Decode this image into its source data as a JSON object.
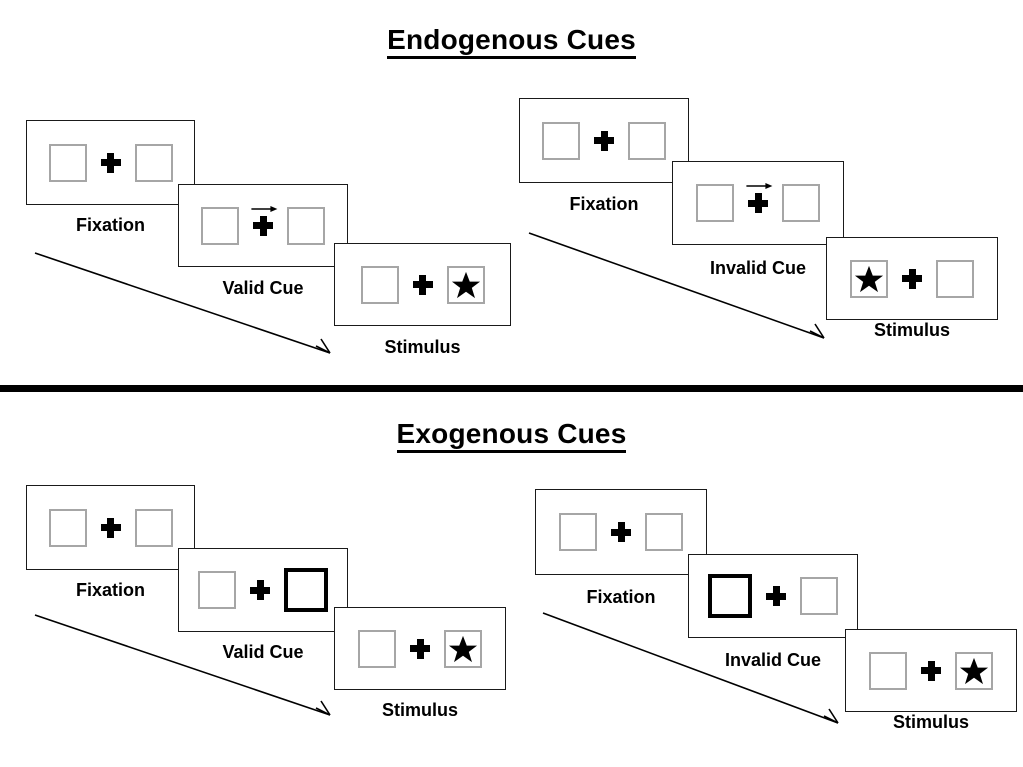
{
  "sections": [
    {
      "id": "endogenous",
      "title": "Endogenous Cues",
      "groups": [
        {
          "id": "endogenous-valid",
          "condition": "valid",
          "panels": [
            {
              "label": "Fixation",
              "left_box": "empty",
              "right_box": "empty",
              "cue": "none",
              "center": "plus"
            },
            {
              "label": "Valid Cue",
              "left_box": "empty",
              "right_box": "empty",
              "cue": "arrow-right",
              "center": "plus"
            },
            {
              "label": "Stimulus",
              "left_box": "empty",
              "right_box": "star",
              "cue": "none",
              "center": "plus"
            }
          ]
        },
        {
          "id": "endogenous-invalid",
          "condition": "invalid",
          "panels": [
            {
              "label": "Fixation",
              "left_box": "empty",
              "right_box": "empty",
              "cue": "none",
              "center": "plus"
            },
            {
              "label": "Invalid Cue",
              "left_box": "empty",
              "right_box": "empty",
              "cue": "arrow-right",
              "center": "plus"
            },
            {
              "label": "Stimulus",
              "left_box": "star",
              "right_box": "empty",
              "cue": "none",
              "center": "plus"
            }
          ]
        }
      ]
    },
    {
      "id": "exogenous",
      "title": "Exogenous Cues",
      "groups": [
        {
          "id": "exogenous-valid",
          "condition": "valid",
          "panels": [
            {
              "label": "Fixation",
              "left_box": "empty",
              "right_box": "empty",
              "cue": "none",
              "center": "plus"
            },
            {
              "label": "Valid Cue",
              "left_box": "empty",
              "right_box": "cued",
              "cue": "none",
              "center": "plus"
            },
            {
              "label": "Stimulus",
              "left_box": "empty",
              "right_box": "star",
              "cue": "none",
              "center": "plus"
            }
          ]
        },
        {
          "id": "exogenous-invalid",
          "condition": "invalid",
          "panels": [
            {
              "label": "Fixation",
              "left_box": "empty",
              "right_box": "empty",
              "cue": "none",
              "center": "plus"
            },
            {
              "label": "Invalid Cue",
              "left_box": "cued",
              "right_box": "empty",
              "cue": "none",
              "center": "plus"
            },
            {
              "label": "Stimulus",
              "left_box": "empty",
              "right_box": "star",
              "cue": "none",
              "center": "plus"
            }
          ]
        }
      ]
    }
  ],
  "time_arrows": [
    {
      "id": "time-arrow-endogenous-valid",
      "direction": "down-right"
    },
    {
      "id": "time-arrow-endogenous-invalid",
      "direction": "down-right"
    },
    {
      "id": "time-arrow-exogenous-valid",
      "direction": "down-right"
    },
    {
      "id": "time-arrow-exogenous-invalid",
      "direction": "down-right"
    }
  ],
  "colors": {
    "background": "#ffffff",
    "ink": "#000000",
    "panel_border": "#1a1a1a",
    "box_border": "#a6a6a6",
    "cued_box_border": "#000000",
    "divider": "#000000"
  },
  "labels": {
    "fixation": "Fixation",
    "valid_cue": "Valid Cue",
    "invalid_cue": "Invalid Cue",
    "stimulus": "Stimulus"
  }
}
